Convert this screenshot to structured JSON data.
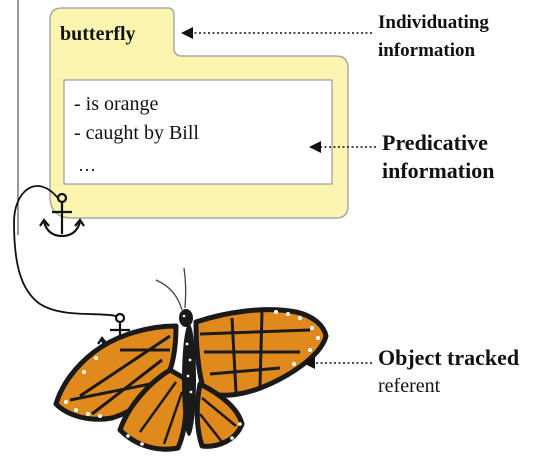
{
  "folder": {
    "tab_label": "butterfly",
    "properties": [
      "- is orange",
      "- caught by Bill",
      "…"
    ],
    "fill_color": "#fcf5b0",
    "inner_fill_color": "#ffffff"
  },
  "annotations": {
    "individuating_line1": "Individuating",
    "individuating_line2": "information",
    "predicative_line1": "Predicative",
    "predicative_line2": "information",
    "object_tracked": "Object tracked",
    "referent": "referent"
  },
  "icons": {
    "top_anchor": "anchor-icon",
    "bottom_anchor": "anchor-icon",
    "butterfly": "monarch-butterfly-illustration"
  },
  "colors": {
    "butterfly_orange": "#e08a1e",
    "butterfly_black": "#1a1a1a",
    "text": "#111111"
  }
}
